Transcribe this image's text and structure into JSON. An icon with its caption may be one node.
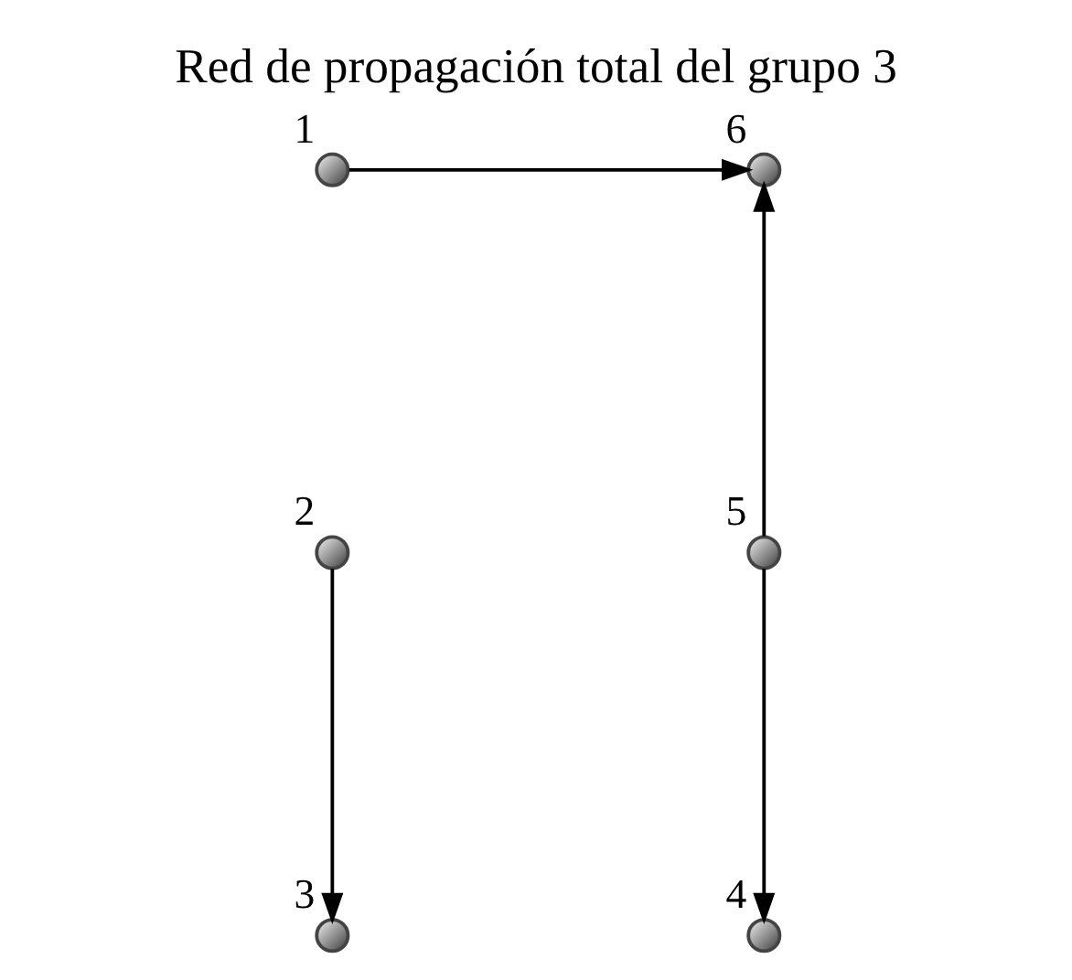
{
  "diagram": {
    "title": "Red de propagación total del grupo 3",
    "nodes": [
      {
        "text": [],
        "shape": "circle",
        "beside": [
          "6"
        ]
      },
      {
        "text": [],
        "shape": "circle",
        "beside": [
          "1"
        ]
      },
      {
        "text": [],
        "shape": "circle",
        "beside": [
          "5"
        ]
      },
      {
        "text": [],
        "shape": "circle",
        "beside": [
          "2"
        ]
      },
      {
        "text": [],
        "shape": "circle",
        "beside": [
          "4"
        ]
      },
      {
        "text": [],
        "shape": "circle",
        "beside": [
          "3"
        ]
      }
    ],
    "edges": [
      {
        "from": 1,
        "to": 0,
        "arrow": "to"
      },
      {
        "from": 2,
        "to": 0,
        "arrow": "to"
      },
      {
        "from": 2,
        "to": 4,
        "arrow": "to"
      },
      {
        "from": 3,
        "to": 5,
        "arrow": "to"
      }
    ]
  }
}
